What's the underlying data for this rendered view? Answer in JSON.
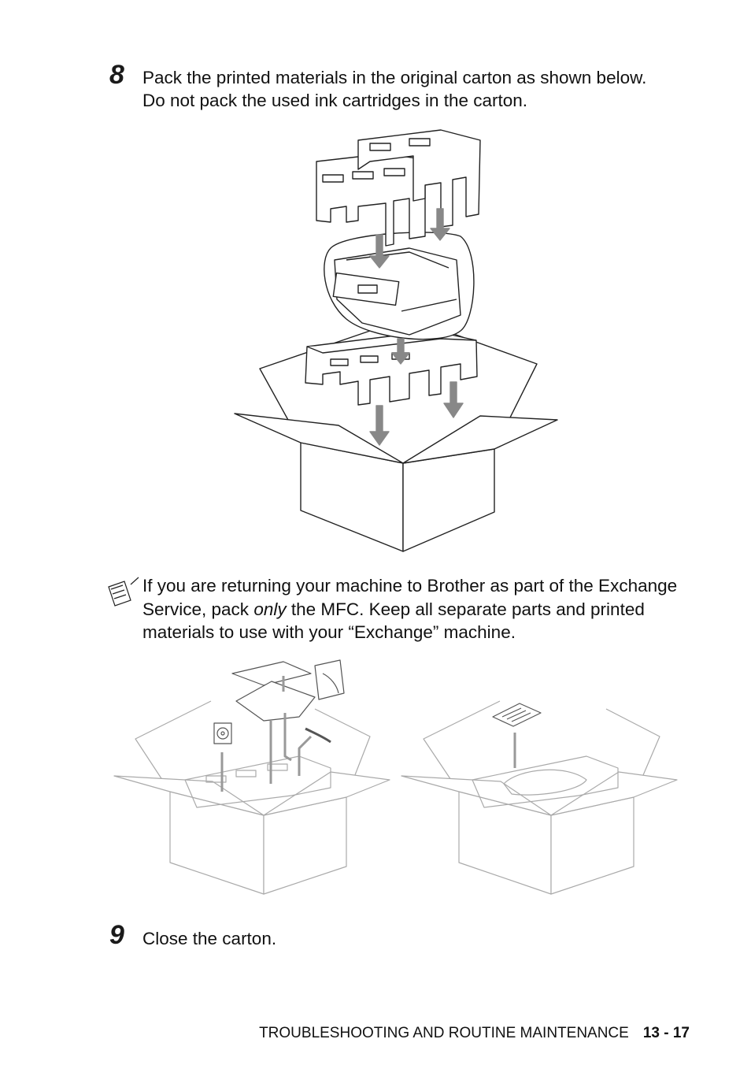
{
  "steps": [
    {
      "number": "8",
      "lines": [
        "Pack the printed materials in the original carton as shown below.",
        "Do not pack the used ink cartridges in the carton."
      ]
    },
    {
      "number": "9",
      "lines": [
        "Close the carton."
      ]
    }
  ],
  "note": {
    "icon": "note-pad-icon",
    "before_emphasis": "If you are returning your machine to Brother as part of the Exchange Service, pack ",
    "emphasis": "only",
    "after_emphasis": " the MFC. Keep all separate parts and printed materials to use with your “Exchange” machine."
  },
  "footer": {
    "section": "TROUBLESHOOTING AND ROUTINE MAINTENANCE",
    "page": "13 - 17"
  }
}
